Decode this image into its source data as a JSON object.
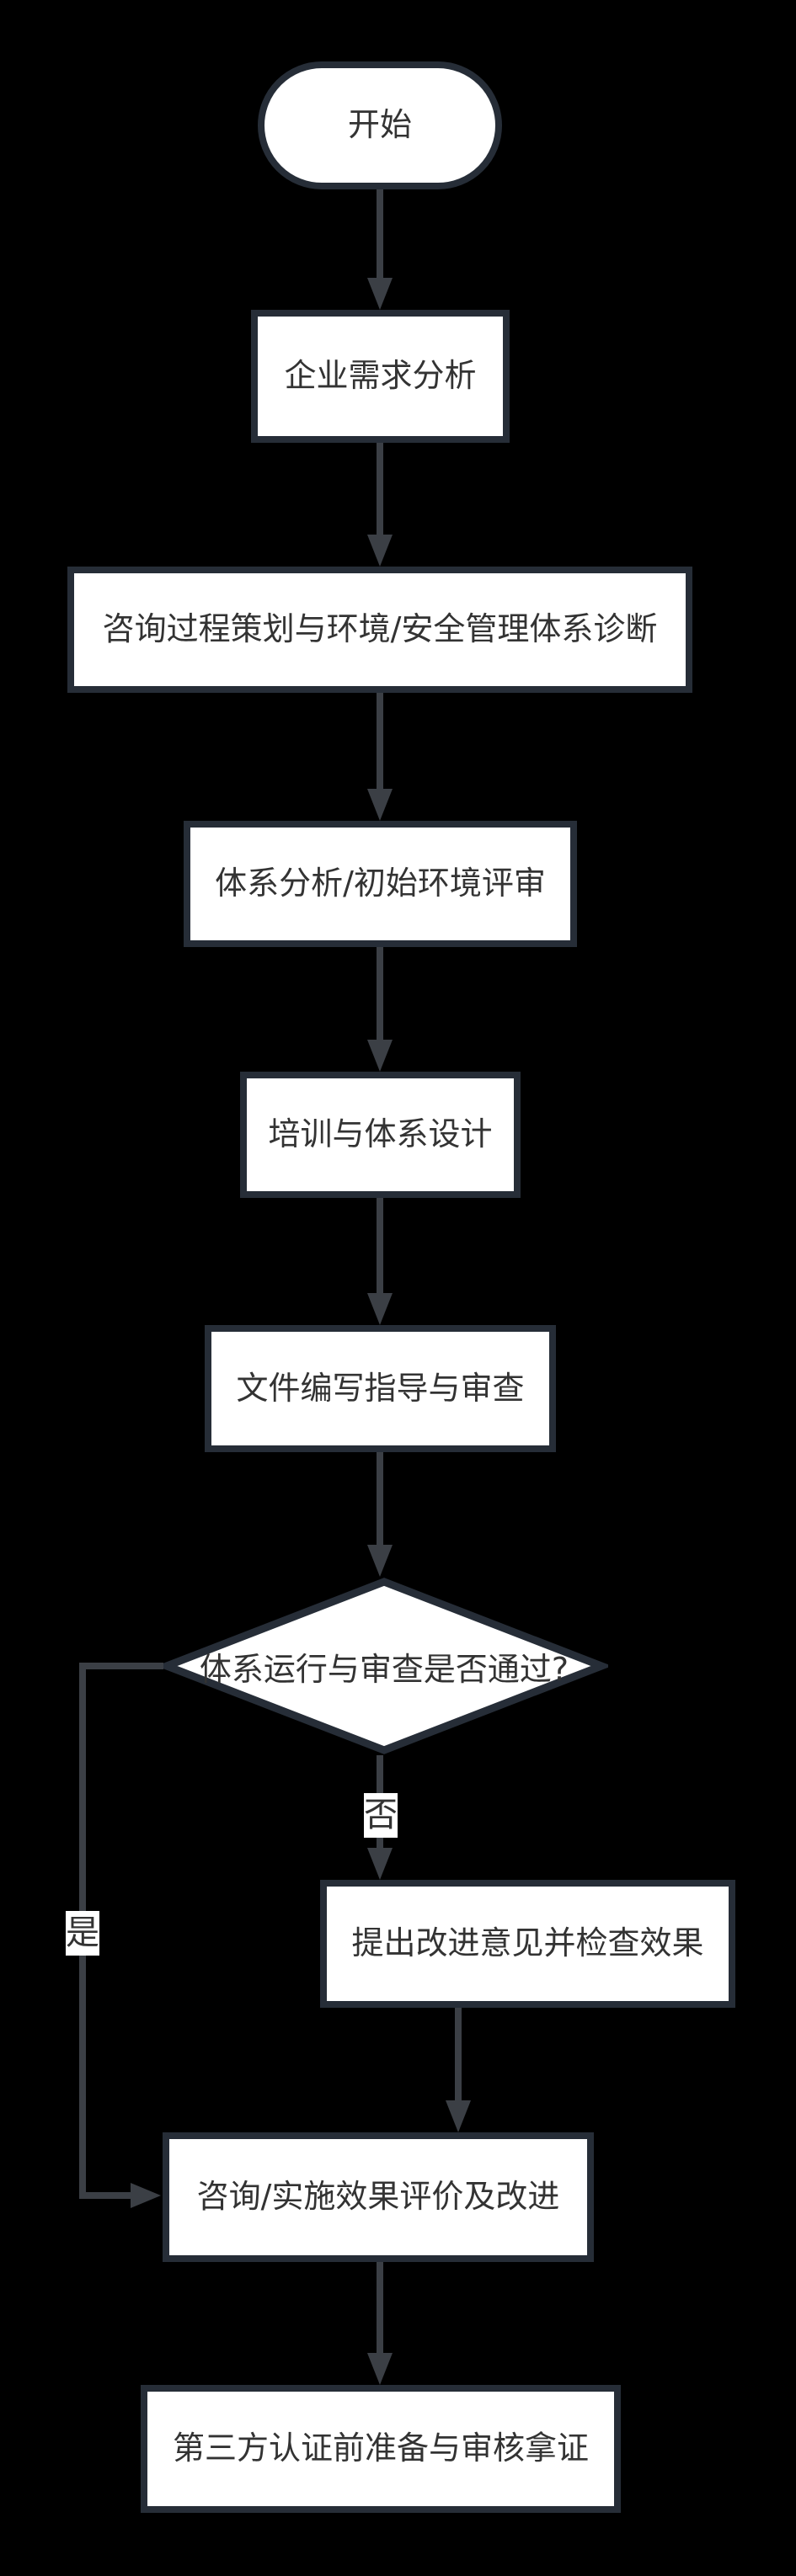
{
  "diagram": {
    "type": "flowchart",
    "background": "#000000",
    "palette": {
      "node_fill": "#ffffff",
      "node_border": "#262d37",
      "connector": "#3b3f45",
      "text": "#333333"
    }
  },
  "nodes": [
    {
      "id": "start",
      "type": "terminator",
      "label": "开始"
    },
    {
      "id": "needs-analysis",
      "type": "process",
      "label": "企业需求分析"
    },
    {
      "id": "consulting-planning-diagnosis",
      "type": "process",
      "label": "咨询过程策划与环境/安全管理体系诊断"
    },
    {
      "id": "system-analysis-initial-review",
      "type": "process",
      "label": "体系分析/初始环境评审"
    },
    {
      "id": "training-system-design",
      "type": "process",
      "label": "培训与体系设计"
    },
    {
      "id": "document-writing-guidance-review",
      "type": "process",
      "label": "文件编写指导与审查"
    },
    {
      "id": "operation-review-decision",
      "type": "decision",
      "label": "体系运行与审查是否通过?"
    },
    {
      "id": "improvement-suggestions",
      "type": "process",
      "label": "提出改进意见并检查效果"
    },
    {
      "id": "effect-evaluation-improvement",
      "type": "process",
      "label": "咨询/实施效果评价及改进"
    },
    {
      "id": "third-party-certification",
      "type": "process",
      "label": "第三方认证前准备与审核拿证"
    }
  ],
  "edge_labels": {
    "no": "否",
    "yes": "是"
  }
}
